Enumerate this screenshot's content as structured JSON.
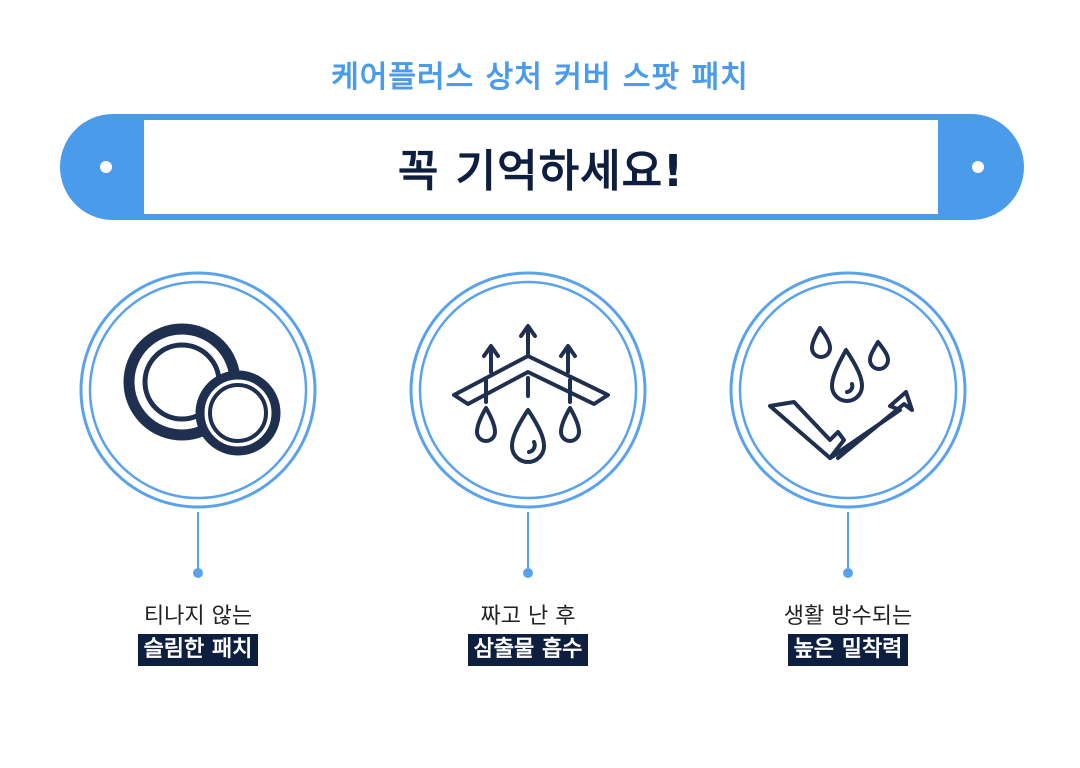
{
  "colors": {
    "accent_blue": "#4a9bea",
    "ring_blue": "#5aa3ec",
    "navy": "#0e1e3e",
    "icon_navy": "#1f2f4f",
    "text_dark": "#222222"
  },
  "header": {
    "subtitle": "케어플러스 상처 커버 스팟 패치",
    "title": "꼭 기억하세요!"
  },
  "features": [
    {
      "icon": "double-circle-patch-icon",
      "caption": "티나지 않는",
      "highlight": "슬림한 패치"
    },
    {
      "icon": "absorb-droplets-arrows-icon",
      "caption": "짜고 난 후",
      "highlight": "삼출물 흡수"
    },
    {
      "icon": "waterproof-droplets-icon",
      "caption": "생활 방수되는",
      "highlight": "높은 밀착력"
    }
  ]
}
